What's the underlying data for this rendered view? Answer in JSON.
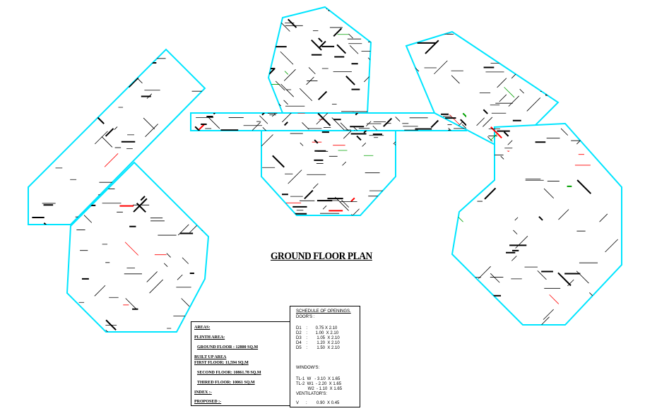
{
  "drawing": {
    "title": "GROUND FLOOR PLAN",
    "colors": {
      "outline": "#00e5ff",
      "lines": "#000000",
      "accent_red": "#ff0000",
      "accent_green": "#00a000",
      "accent_blue": "#0000ff"
    }
  },
  "areas": {
    "heading": "AREAS:",
    "plinth": "PLINTH AREA:",
    "ground": "GROUND FLOOR : 12800 SQ.M",
    "built_up": "BUILT UP AREA",
    "first": "FIRST FLOOR: 11,594 SQ.M",
    "second": "SECOND FLOOR: 10861.78 SQ.M",
    "third": "THIRED FLOOR: 10061 SQ.M",
    "index": "INDEX :-",
    "proposed": "PROPOSED :-"
  },
  "schedule": {
    "heading": "SCHEDULE OF OPENINGS.",
    "doors_label": "DOOR'S :",
    "doors": [
      "D1    :       0.75 X 2.10",
      "D2    :       1.00  X 2.10",
      "D3    :        1.05  X 2.10",
      "D4    :        1.20  X 2.10",
      "D5    :        1.50  X 2.10"
    ],
    "windows_label": "WINDOW'S:",
    "windows": [
      "TL-1  W   - 3.10  X 1.65",
      "TL-2  W1  - 2.20  X 1.65",
      "          W2  - 1.10  X 1.65"
    ],
    "ventilators_label": "VENTILATOR'S:",
    "ventilators": [
      "V      :        0.90  X 0.45"
    ]
  }
}
